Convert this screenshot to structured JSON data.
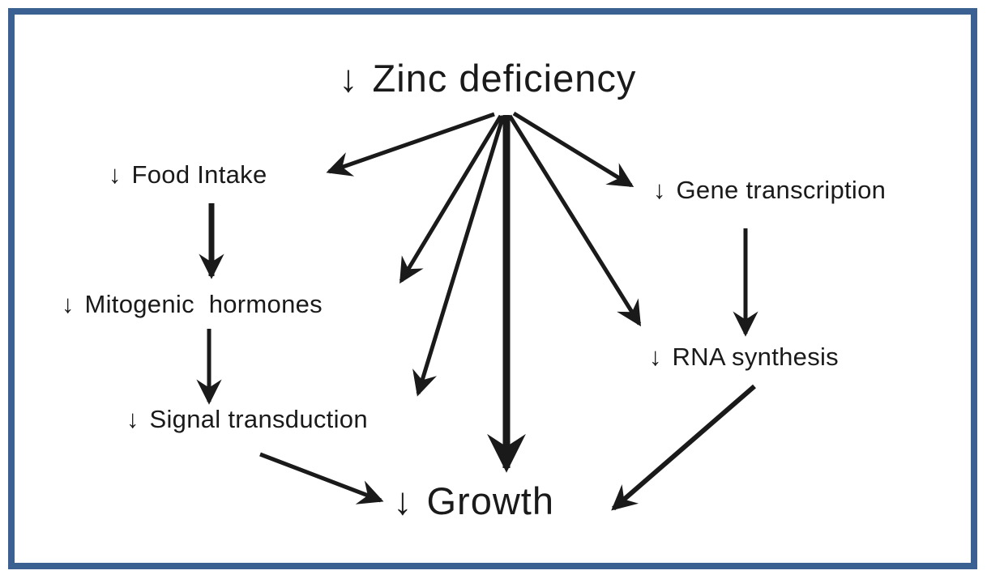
{
  "diagram": {
    "type": "flowchart",
    "title_node": "Zinc deficiency",
    "colors": {
      "background": "#ffffff",
      "frame_border": "#3a6191",
      "text_and_arrows": "#1a1a1a"
    },
    "nodes": {
      "zinc_deficiency": {
        "prefix": "↓",
        "label": "Zinc deficiency"
      },
      "food_intake": {
        "prefix": "↓",
        "label": "Food Intake"
      },
      "mitogenic_hormones": {
        "prefix": "↓",
        "label": "Mitogenic  hormones"
      },
      "signal_transduction": {
        "prefix": "↓",
        "label": "Signal transduction"
      },
      "gene_transcription": {
        "prefix": "↓",
        "label": "Gene transcription"
      },
      "rna_synthesis": {
        "prefix": "↓",
        "label": "RNA synthesis"
      },
      "growth": {
        "prefix": "↓",
        "label": "Growth"
      }
    },
    "edges": [
      {
        "from": "zinc_deficiency",
        "to": "food_intake",
        "emphasis": "normal"
      },
      {
        "from": "zinc_deficiency",
        "to": "mitogenic_hormones",
        "emphasis": "normal"
      },
      {
        "from": "zinc_deficiency",
        "to": "signal_transduction",
        "emphasis": "normal"
      },
      {
        "from": "zinc_deficiency",
        "to": "growth",
        "emphasis": "thick"
      },
      {
        "from": "zinc_deficiency",
        "to": "rna_synthesis",
        "emphasis": "normal"
      },
      {
        "from": "zinc_deficiency",
        "to": "gene_transcription",
        "emphasis": "normal"
      },
      {
        "from": "food_intake",
        "to": "mitogenic_hormones",
        "emphasis": "normal"
      },
      {
        "from": "mitogenic_hormones",
        "to": "signal_transduction",
        "emphasis": "normal"
      },
      {
        "from": "signal_transduction",
        "to": "growth",
        "emphasis": "normal"
      },
      {
        "from": "gene_transcription",
        "to": "rna_synthesis",
        "emphasis": "normal"
      },
      {
        "from": "rna_synthesis",
        "to": "growth",
        "emphasis": "normal"
      }
    ]
  }
}
